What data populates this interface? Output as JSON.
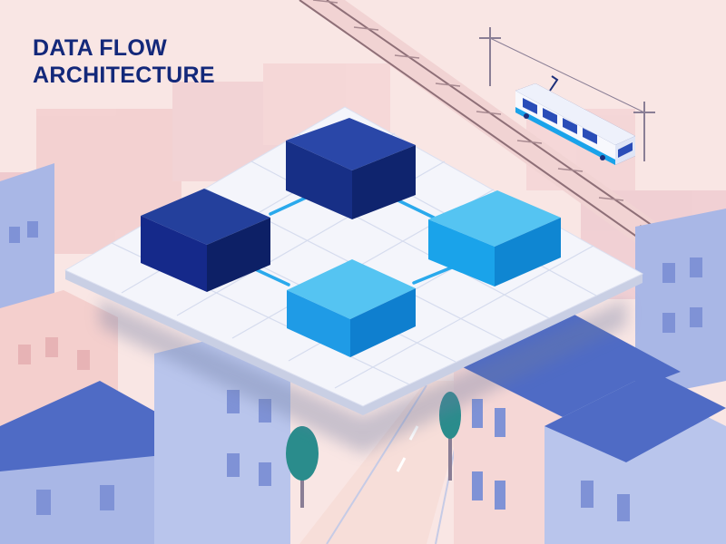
{
  "title": {
    "line1": "DATA FLOW",
    "line2": "ARCHITECTURE"
  },
  "colors": {
    "background": "#f9e6e4",
    "title": "#13287a",
    "platform": "#f4f5fb",
    "grid": "#d6dcee",
    "node_dark": "#1b3590",
    "node_light": "#1aa3ea",
    "connector": "#2aa9ec",
    "building": "#a9b7e6",
    "roof": "#4f6bc5",
    "tree": "#2a8c8c"
  },
  "diagram": {
    "nodes": [
      {
        "id": "node-top",
        "tone": "dark"
      },
      {
        "id": "node-left",
        "tone": "dark"
      },
      {
        "id": "node-right",
        "tone": "light"
      },
      {
        "id": "node-bottom",
        "tone": "light"
      }
    ],
    "links": [
      {
        "from": "node-left",
        "to": "node-top"
      },
      {
        "from": "node-top",
        "to": "node-right"
      },
      {
        "from": "node-left",
        "to": "node-bottom"
      },
      {
        "from": "node-bottom",
        "to": "node-right"
      }
    ]
  },
  "scene": {
    "vehicle": "tram-icon",
    "elements": [
      "rail-track",
      "power-pole",
      "building",
      "street",
      "tree"
    ]
  }
}
